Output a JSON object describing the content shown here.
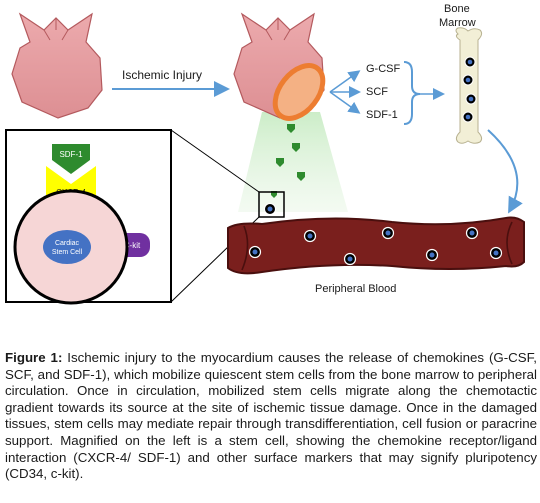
{
  "diagram": {
    "ischemic_injury_label": "Ischemic Injury",
    "chemokines": [
      "G-CSF",
      "SCF",
      "SDF-1"
    ],
    "bone_marrow_label": [
      "Bone",
      "Marrow"
    ],
    "peripheral_blood_label": "Peripheral Blood",
    "inset": {
      "ligand_label": "SDF-1",
      "receptor_label": "CXCR-4",
      "cell_label": [
        "Cardiac",
        "Stem Cell"
      ],
      "marker_label": "C-kit"
    },
    "colors": {
      "heart": "#e6999d",
      "heart_outline": "#b45a5e",
      "vessel": "#7a1f1d",
      "vessel_dark": "#4a0f0e",
      "injury": "#f4b184",
      "injury_outline": "#ed7d31",
      "arrow": "#5b9bd5",
      "ligand": "#2e8b2e",
      "receptor": "#ffff00",
      "cell_body": "#f6d6d6",
      "nucleus": "#4472c4",
      "marker": "#7030a0",
      "bone": "#f2efd6"
    }
  },
  "caption": {
    "label": "Figure 1:",
    "text": " Ischemic injury to the myocardium causes the release of chemokines (G-CSF, SCF, and SDF-1), which mobilize quiescent stem cells from the bone marrow to peripheral circulation.  Once in circulation, mobilized stem cells migrate along the chemotactic gradient towards its source at the site of ischemic tissue damage.  Once in the damaged tissues, stem cells may mediate repair through transdifferentiation, cell fusion or paracrine support.  Magnified on the left is a stem cell, showing the chemokine receptor/ligand interaction (CXCR-4/ SDF-1)  and other surface markers that may signify pluripotency (CD34, c-kit)."
  }
}
